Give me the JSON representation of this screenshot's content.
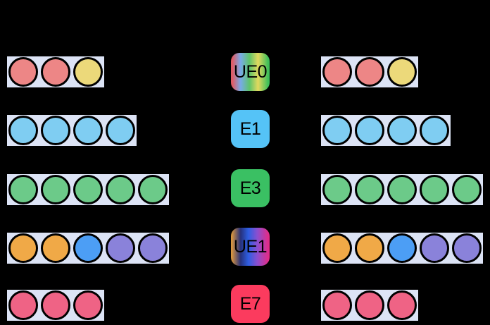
{
  "canvas": {
    "background": "#000000"
  },
  "palette": {
    "strip": "#dce3f5",
    "outline": "#000000",
    "salmon": "#ed8686",
    "yellow": "#ecd97a",
    "sky": "#7fcdf2",
    "green": "#6cca89",
    "orange": "#f0a947",
    "blue": "#4c9ef5",
    "purple": "#8a82da",
    "rose": "#ef6385"
  },
  "legend": [
    {
      "label": "UE0",
      "colors": [
        "#e05c66 4%",
        "#78aae8 25%",
        "#5ec46a 48%",
        "#e2d95e 70%",
        "#3fbf5a 96%"
      ]
    },
    {
      "label": "E1",
      "colors": [
        "#55c3f7"
      ]
    },
    {
      "label": "E3",
      "colors": [
        "#3ac063"
      ]
    },
    {
      "label": "UE1",
      "colors": [
        "#d8953f 2%",
        "#26317c 25%",
        "#2e5ee2 45%",
        "#8a4fd0 68%",
        "#e02d8a 96%"
      ]
    },
    {
      "label": "E7",
      "colors": [
        "#fb3b5e"
      ]
    }
  ],
  "left_rows": [
    {
      "circles": [
        "salmon",
        "salmon",
        "yellow"
      ]
    },
    {
      "circles": [
        "sky",
        "sky",
        "sky",
        "sky"
      ]
    },
    {
      "circles": [
        "green",
        "green",
        "green",
        "green",
        "green"
      ]
    },
    {
      "circles": [
        "orange",
        "orange",
        "blue",
        "purple",
        "purple"
      ]
    },
    {
      "circles": [
        "rose",
        "rose",
        "rose"
      ]
    }
  ],
  "right_rows": [
    {
      "circles": [
        "salmon",
        "salmon",
        "yellow"
      ]
    },
    {
      "circles": [
        "sky",
        "sky",
        "sky",
        "sky"
      ]
    },
    {
      "circles": [
        "green",
        "green",
        "green",
        "green",
        "green"
      ]
    },
    {
      "circles": [
        "orange",
        "orange",
        "blue",
        "purple",
        "purple"
      ]
    },
    {
      "circles": [
        "rose",
        "rose",
        "rose"
      ]
    }
  ]
}
